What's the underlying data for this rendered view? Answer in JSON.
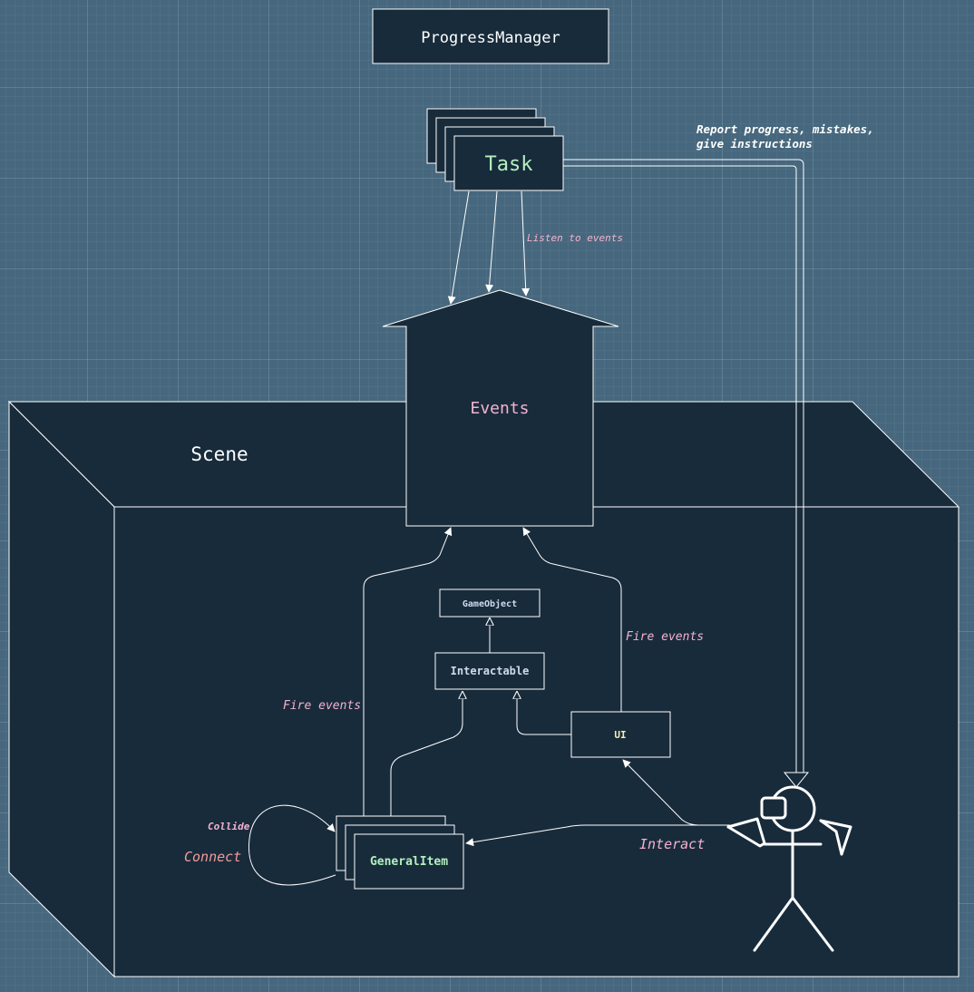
{
  "nodes": {
    "progress_manager": "ProgressManager",
    "task": "Task",
    "events": "Events",
    "scene": "Scene",
    "game_object": "GameObject",
    "interactable": "Interactable",
    "ui": "UI",
    "general_item": "GeneralItem"
  },
  "edges": {
    "report_line1": "Report progress, mistakes,",
    "report_line2": "give instructions",
    "listen": "Listen to events",
    "fire_events_left": "Fire events",
    "fire_events_right": "Fire events",
    "collide": "Collide",
    "connect": "Connect",
    "interact": "Interact"
  },
  "actor": {
    "icon": "vr-user-stick-figure-icon"
  },
  "colors": {
    "background": "#46677d",
    "box_fill": "#182b3b",
    "stroke": "#ffffff",
    "green_text": "#b2f0c0",
    "pink_text": "#f4b3d0",
    "white_text": "#ffffff",
    "salmon_text": "#f29a9a"
  }
}
